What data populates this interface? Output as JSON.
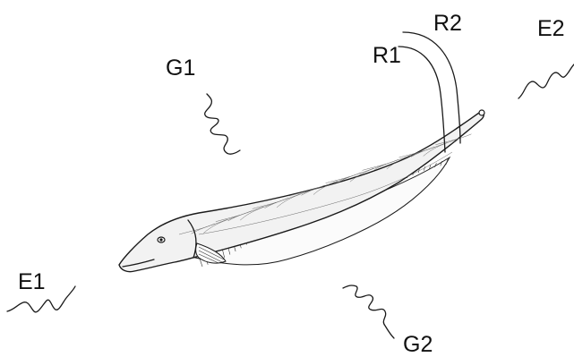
{
  "figure": {
    "labels": {
      "g1": "G1",
      "g2": "G2",
      "e1": "E1",
      "e2": "E2",
      "r1": "R1",
      "r2": "R2"
    },
    "colors": {
      "ink": "#1a1a1a",
      "background": "#ffffff"
    },
    "subject": "knifefish-illustration"
  }
}
